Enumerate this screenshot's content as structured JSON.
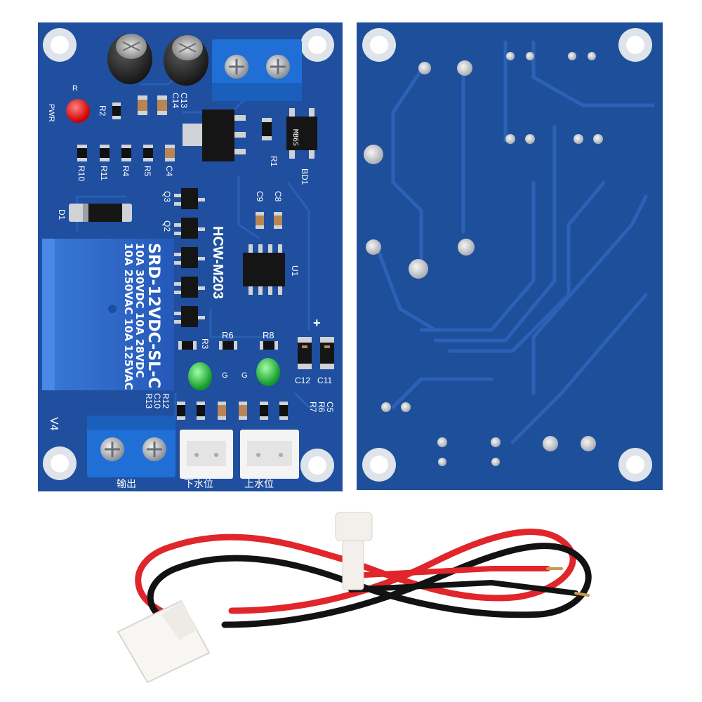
{
  "front_board": {
    "model_label": "HCW-M203",
    "version_label": "V4",
    "power_led_label": "PWR",
    "power_led_ref": "R",
    "relay": {
      "line1": "SRD-12VDC-SL-C",
      "line2": "10A 250VAC  10A 125VAC",
      "line3": "10A 30VDC  10A 28VDC"
    },
    "terminal_output_label": "输出",
    "connector_low_label": "下水位",
    "connector_high_label": "上水位",
    "led_g_left": "G",
    "led_g_right": "G",
    "plus_label": "+",
    "refs": {
      "r2": "R2",
      "c14": "C14",
      "c13": "C13",
      "r1": "R1",
      "bd1": "BD1",
      "r10": "R10",
      "r11": "R11",
      "r4": "R4",
      "r5": "R5",
      "c4": "C4",
      "d1": "D1",
      "q3": "Q3",
      "q2": "Q2",
      "c9": "C9",
      "c8": "C8",
      "u1": "U1",
      "r3": "R3",
      "r6": "R6",
      "r8": "R8",
      "c12": "C12",
      "c11": "C11",
      "r12": "R12",
      "c10": "C10",
      "r13": "R13",
      "c5": "C5",
      "r6b": "R6",
      "r7": "R7",
      "mb6s": "MB6S"
    }
  },
  "colors": {
    "pcb_blue": "#1f4f9e",
    "pcb_back_blue": "#1e4f9a",
    "terminal_blue": "#1f6fd6",
    "relay_blue": "#2a66c9",
    "wire_red": "#e0262a",
    "wire_black": "#121212",
    "led_red": "#e01818",
    "led_green": "#22c03a"
  }
}
